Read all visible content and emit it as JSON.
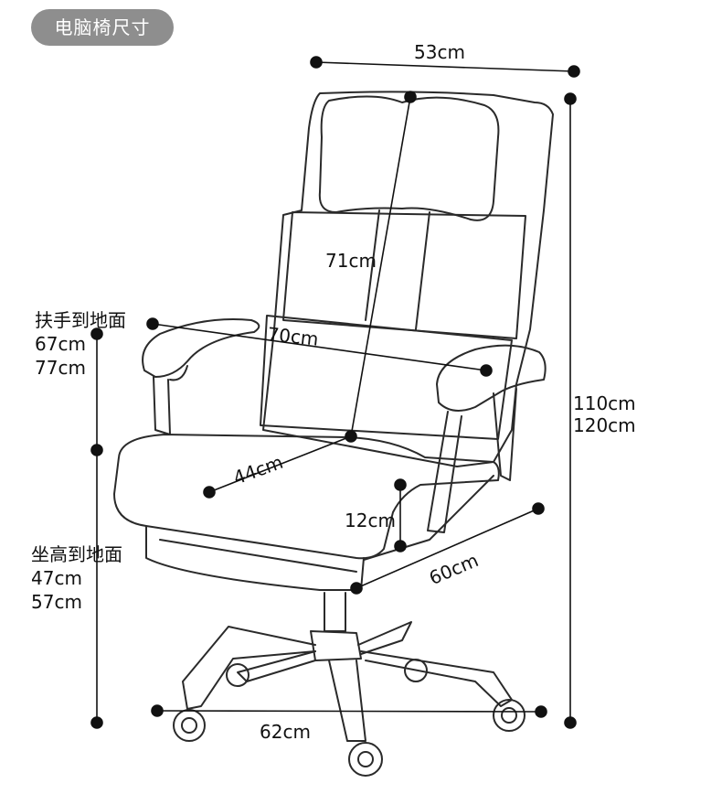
{
  "title": "电脑椅尺寸",
  "dimensions": {
    "top_width": "53cm",
    "backrest_height": "71cm",
    "armrest_span": "70cm",
    "seat_depth": "44cm",
    "cushion_thickness": "12cm",
    "seat_width": "60cm",
    "base_width": "62cm",
    "total_height": [
      "110cm",
      "120cm"
    ],
    "armrest_to_floor": {
      "label": "扶手到地面",
      "values": [
        "67cm",
        "77cm"
      ]
    },
    "seat_to_floor": {
      "label": "坐高到地面",
      "values": [
        "47cm",
        "57cm"
      ]
    }
  },
  "colors": {
    "line": "#111111",
    "chair": "#2a2a2a",
    "pill": "#8e8e8e"
  }
}
